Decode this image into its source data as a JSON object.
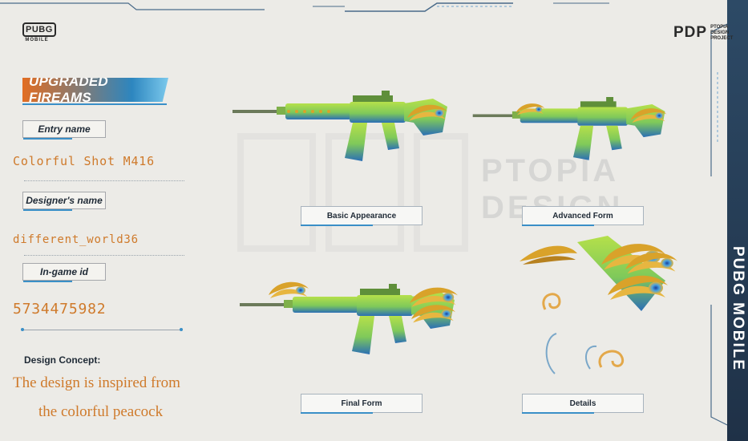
{
  "brand": {
    "pubg_logo_main": "PUBG",
    "pubg_logo_sub": "MOBILE",
    "pdp_mark": "PDP",
    "pdp_text": [
      "PTOPIA",
      "DESIGN",
      "PROJECT"
    ],
    "vertical": "PUBG MOBILE",
    "watermark": [
      "PTOPIA",
      "DESIGN"
    ]
  },
  "header": {
    "title": "UPGRADED FIREAMS"
  },
  "entry": {
    "entry_label": "Entry name",
    "entry_value": "Colorful Shot M416",
    "designer_label": "Designer's name",
    "designer_value": "different_world36",
    "ingame_label": "In-game id",
    "ingame_value": "5734475982"
  },
  "concept": {
    "title": "Design Concept:",
    "line1": "The design is inspired from",
    "line2": "the colorful peacock"
  },
  "stages": {
    "basic": "Basic Appearance",
    "advanced": "Advanced Form",
    "final": "Final Form",
    "details": "Details"
  },
  "colors": {
    "accent_orange": "#cf7a2b",
    "accent_blue": "#3a8fc7",
    "gun_green": "#8fcf3a",
    "gun_blue": "#2b6fb5",
    "feather_gold": "#d9a22a"
  },
  "icons": [
    "pubg-logo",
    "pdp-logo",
    "peacock-feather-icon",
    "swirl-ornament-icon"
  ]
}
